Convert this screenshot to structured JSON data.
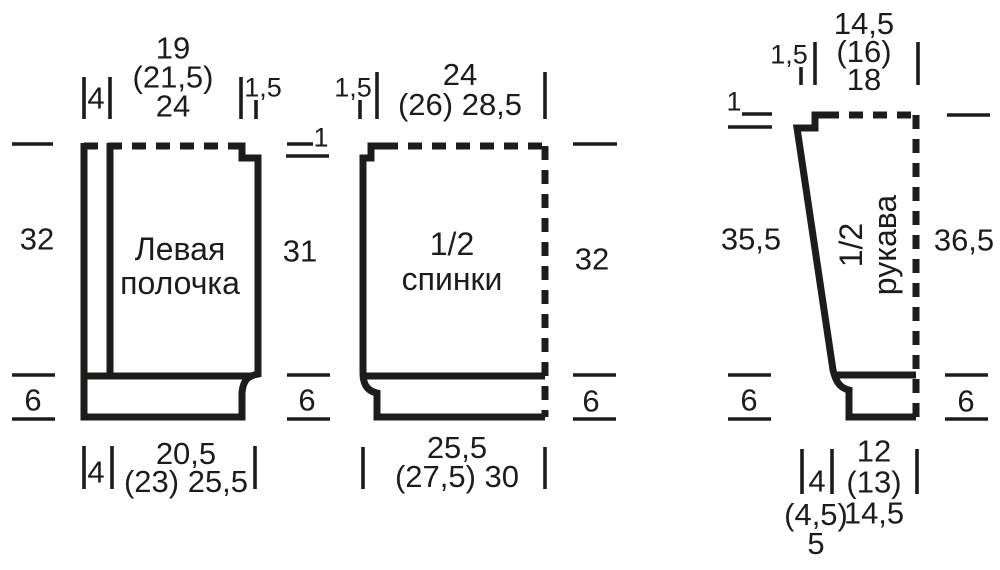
{
  "diagram": {
    "type": "garment-pattern-schematic",
    "ink_color": "#1c1c1b",
    "background_color": "#ffffff",
    "units_note": "",
    "pieces": {
      "left_front": {
        "label": "Левая\nполочка",
        "top_band_width": "4",
        "top_width": "19\n(21,5)\n24",
        "top_step_width": "1,5",
        "left_height": "32",
        "neck_step_depth": "1",
        "right_height": "31",
        "left_rib_height": "6",
        "right_rib_height": "6",
        "bottom_band_width": "4",
        "bottom_width": "20,5\n(23) 25,5"
      },
      "back_half": {
        "label": "1/2\nспинки",
        "top_step_width": "1,5",
        "top_width": "24\n(26) 28,5",
        "right_height": "32",
        "right_rib_height": "6",
        "bottom_width": "25,5\n(27,5) 30"
      },
      "sleeve_half": {
        "label": "1/2\nрукава",
        "top_step_width": "1,5",
        "top_width": "14,5\n(16)\n18",
        "left_step_depth": "1",
        "left_height": "35,5",
        "right_height": "36,5",
        "left_rib_height": "6",
        "right_rib_height": "6",
        "bottom_inner_width": "4",
        "bottom_inner_width_alt": "(4,5)\n5",
        "bottom_width": "12\n(13)\n14,5"
      }
    }
  }
}
